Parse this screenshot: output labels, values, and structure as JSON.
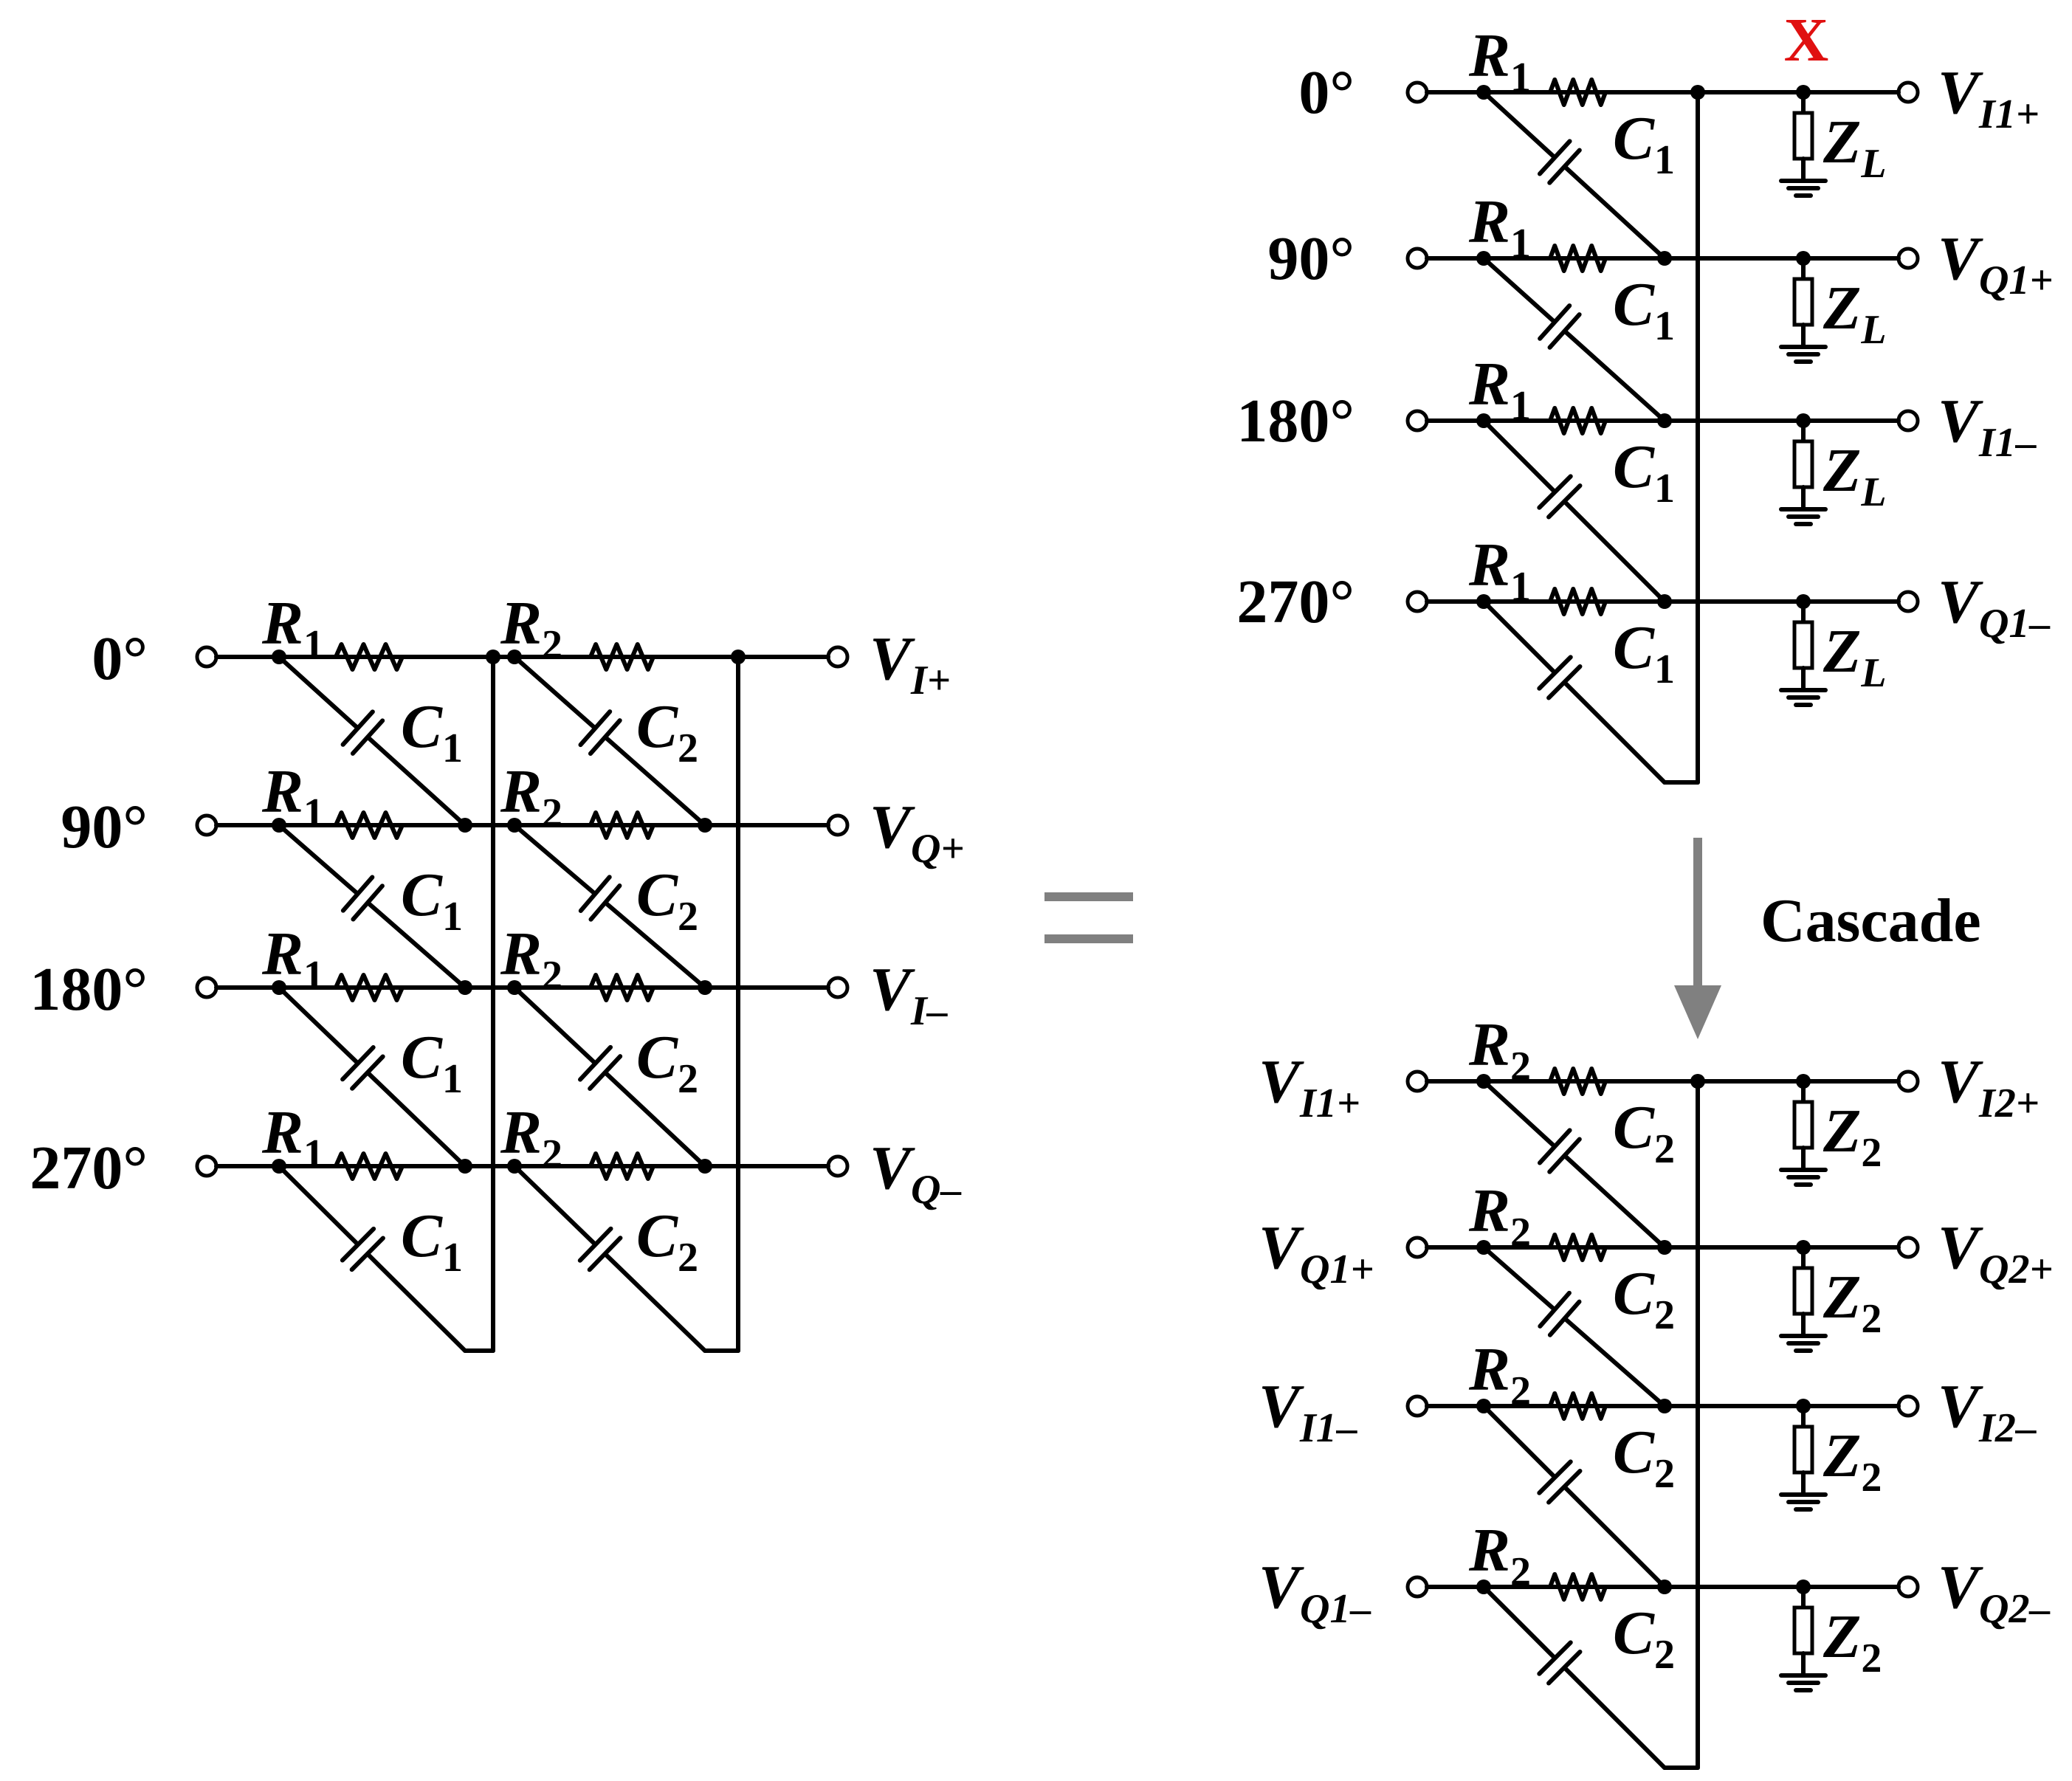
{
  "left_network": {
    "phases": [
      "0°",
      "90°",
      "180°",
      "270°"
    ],
    "outputs": [
      {
        "base": "V",
        "sub": "I+"
      },
      {
        "base": "V",
        "sub": "Q+"
      },
      {
        "base": "V",
        "sub": "I–"
      },
      {
        "base": "V",
        "sub": "Q–"
      }
    ],
    "stages": [
      {
        "r": {
          "base": "R",
          "sub": "1"
        },
        "c": {
          "base": "C",
          "sub": "1"
        }
      },
      {
        "r": {
          "base": "R",
          "sub": "2"
        },
        "c": {
          "base": "C",
          "sub": "2"
        }
      }
    ]
  },
  "equals_sign": "=",
  "top_stage": {
    "marker": "X",
    "marker_color": "#e01010",
    "inputs": [
      "0°",
      "90°",
      "180°",
      "270°"
    ],
    "r": {
      "base": "R",
      "sub": "1"
    },
    "c": {
      "base": "C",
      "sub": "1"
    },
    "z": {
      "base": "Z",
      "sub": "L"
    },
    "outputs": [
      {
        "base": "V",
        "sub": "I1+"
      },
      {
        "base": "V",
        "sub": "Q1+"
      },
      {
        "base": "V",
        "sub": "I1–"
      },
      {
        "base": "V",
        "sub": "Q1–"
      }
    ]
  },
  "arrow": {
    "label": "Cascade",
    "color": "#808080"
  },
  "bottom_stage": {
    "inputs": [
      {
        "base": "V",
        "sub": "I1+"
      },
      {
        "base": "V",
        "sub": "Q1+"
      },
      {
        "base": "V",
        "sub": "I1–"
      },
      {
        "base": "V",
        "sub": "Q1–"
      }
    ],
    "r": {
      "base": "R",
      "sub": "2"
    },
    "c": {
      "base": "C",
      "sub": "2"
    },
    "z": {
      "base": "Z",
      "sub": "2"
    },
    "outputs": [
      {
        "base": "V",
        "sub": "I2+"
      },
      {
        "base": "V",
        "sub": "Q2+"
      },
      {
        "base": "V",
        "sub": "I2–"
      },
      {
        "base": "V",
        "sub": "Q2–"
      }
    ]
  }
}
